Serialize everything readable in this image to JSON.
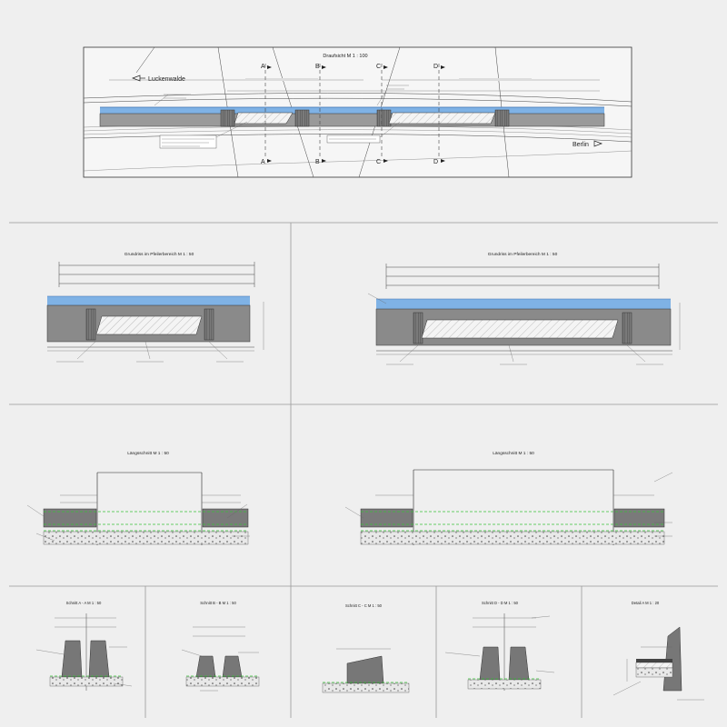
{
  "main_plan": {
    "title": "Draufsicht  M 1 : 100",
    "left_direction": "Luckenwalde",
    "right_direction": "Berlin",
    "section_marks": [
      "A",
      "B",
      "C",
      "D"
    ]
  },
  "plan_left": {
    "title": "Grundriss im Pfeilerbereich  M 1 : 50"
  },
  "plan_right": {
    "title": "Grundriss im Pfeilerbereich  M 1 : 50"
  },
  "long_left": {
    "title": "Längsschnitt M 1 : 50"
  },
  "long_right": {
    "title": "Längsschnitt M 1 : 50"
  },
  "sections": [
    {
      "title": "Schnitt A - A     M 1 : 50"
    },
    {
      "title": "Schnitt B - B     M 1 : 50"
    },
    {
      "title": "Schnitt C - C     M 1 : 50"
    },
    {
      "title": "Schnitt D - D     M 1 : 50"
    },
    {
      "title": "Detail A     M 1 : 20"
    }
  ]
}
